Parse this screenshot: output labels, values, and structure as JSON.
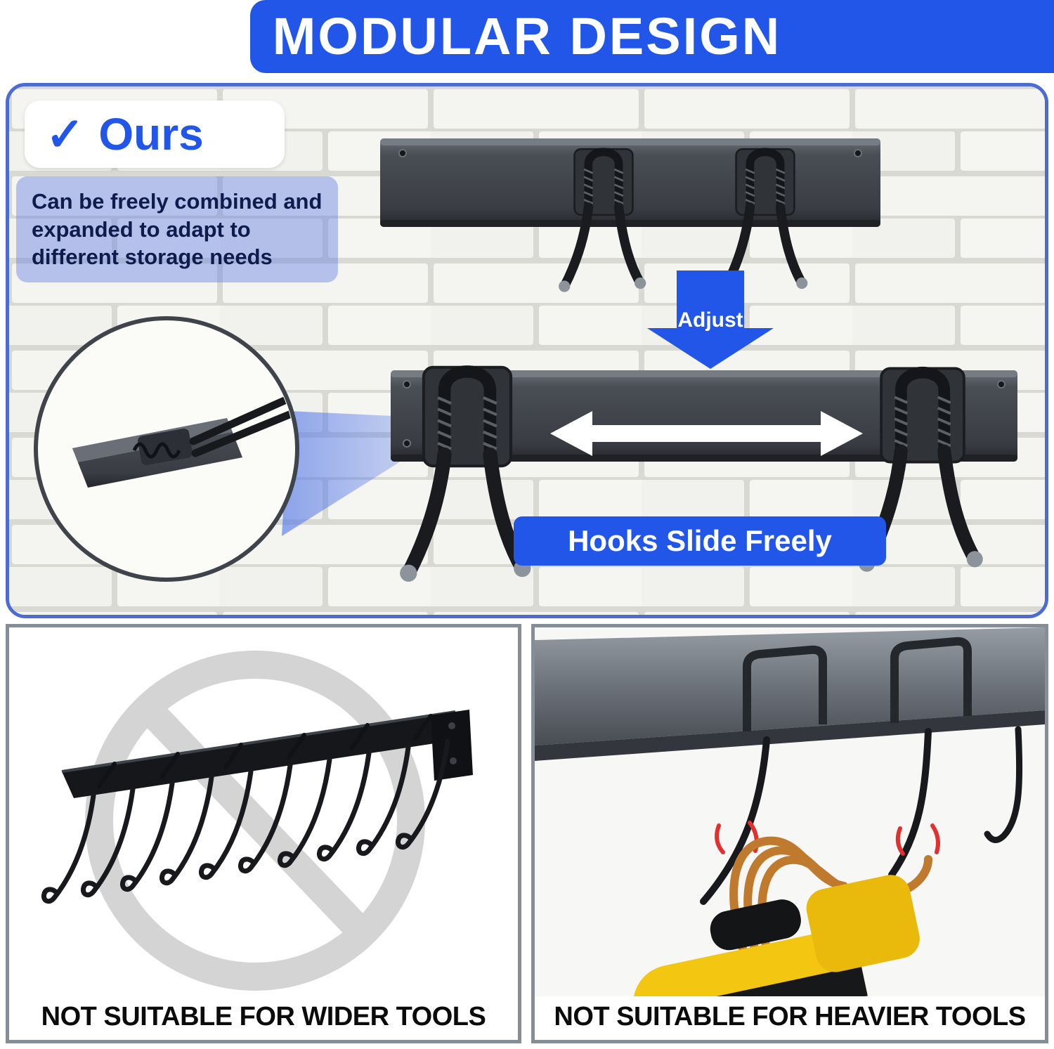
{
  "header": {
    "title": "MODULAR DESIGN"
  },
  "ours_badge": {
    "check": "✓",
    "label": "Ours"
  },
  "ours_description": "Can be freely combined and expanded to adapt to different storage needs",
  "adjust": {
    "label": "Adjust"
  },
  "slide_banner": {
    "label": "Hooks Slide Freely"
  },
  "bottom_left": {
    "caption": "NOT SUITABLE FOR WIDER TOOLS"
  },
  "bottom_right": {
    "caption": "NOT SUITABLE FOR HEAVIER TOOLS"
  },
  "icons": {
    "check": "blue checkmark",
    "adjust_arrow": "solid blue downward arrow",
    "slide_arrow": "white double-headed horizontal arrow",
    "magnifier": "circular zoom callout showing rail profile with hook clip",
    "prohibition": "faded gray no-symbol circle over wide-tool rack"
  },
  "colors": {
    "primary_blue": "#2256e8",
    "description_overlay_blue": "rgba(92,122,226,0.42)",
    "deep_blue_text": "#0e1b4d",
    "rail_gray": "#3a3e45",
    "caption_text": "#0b0b0b",
    "stress_red": "#e03030",
    "tool_yellow": "#f3c611",
    "cord_orange": "#c07a2e"
  }
}
